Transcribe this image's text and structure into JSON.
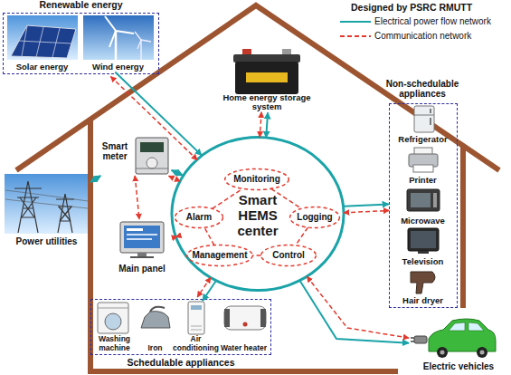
{
  "diagram": {
    "nodes": [
      {
        "text": [
          "Renewable energy"
        ]
      },
      {
        "text": [
          "Solar energy"
        ],
        "in": 0
      },
      {
        "text": [
          "Wind energy"
        ],
        "in": 0
      },
      {
        "text": [
          "Home energy storage system"
        ]
      },
      {
        "text": [
          "Non-schedulable appliances"
        ]
      },
      {
        "text": [
          "Refrigerator"
        ],
        "in": 4
      },
      {
        "text": [
          "Printer"
        ],
        "in": 4
      },
      {
        "text": [
          "Microwave"
        ],
        "in": 4
      },
      {
        "text": [
          "Television"
        ],
        "in": 4
      },
      {
        "text": [
          "Hair dryer"
        ],
        "in": 4
      },
      {
        "text": [
          "Smart meter"
        ]
      },
      {
        "text": [
          "Power utilities"
        ]
      },
      {
        "text": [
          "Main panel"
        ]
      },
      {
        "text": [
          "Smart HEMS center"
        ]
      },
      {
        "text": [
          "Monitoring"
        ],
        "in": 13
      },
      {
        "text": [
          "Alarm"
        ],
        "in": 13
      },
      {
        "text": [
          "Logging"
        ],
        "in": 13
      },
      {
        "text": [
          "Management"
        ],
        "in": 13
      },
      {
        "text": [
          "Control"
        ],
        "in": 13
      },
      {
        "text": [
          "Schedulable appliances"
        ]
      },
      {
        "text": [
          "Washing machine"
        ],
        "in": 19
      },
      {
        "text": [
          "Iron"
        ],
        "in": 19
      },
      {
        "text": [
          "Air conditioning"
        ],
        "in": 19
      },
      {
        "text": [
          "Water heater"
        ],
        "in": 19
      },
      {
        "text": [
          "Electric vehicles"
        ]
      }
    ],
    "edges": [
      {
        "from": 0,
        "to": 13,
        "arrow": "to"
      },
      {
        "from": 0,
        "to": 13,
        "arrow": "both"
      },
      {
        "from": 3,
        "to": 13,
        "arrow": "both"
      },
      {
        "from": 3,
        "to": 13,
        "arrow": "both"
      },
      {
        "from": 13,
        "to": 4,
        "arrow": "to"
      },
      {
        "from": 13,
        "to": 4,
        "arrow": "both"
      },
      {
        "from": 11,
        "to": 10,
        "arrow": "both"
      },
      {
        "from": 10,
        "to": 13,
        "arrow": "both"
      },
      {
        "from": 10,
        "to": 13,
        "arrow": "both"
      },
      {
        "from": 10,
        "to": 12,
        "arrow": "both"
      },
      {
        "from": 12,
        "to": 13,
        "arrow": "both"
      },
      {
        "from": 13,
        "to": 19,
        "arrow": "to"
      },
      {
        "from": 13,
        "to": 19,
        "arrow": "both"
      },
      {
        "from": 13,
        "to": 24,
        "arrow": "to"
      },
      {
        "from": 13,
        "to": 24,
        "arrow": "both"
      },
      {
        "from": 14,
        "to": 16,
        "arrow": "none"
      },
      {
        "from": 16,
        "to": 18,
        "arrow": "none"
      },
      {
        "from": 18,
        "to": 17,
        "arrow": "none"
      },
      {
        "from": 17,
        "to": 15,
        "arrow": "none"
      },
      {
        "from": 15,
        "to": 14,
        "arrow": "none"
      }
    ],
    "labels": [
      "Designed by PSRC RMUTT"
    ],
    "legend": [
      {
        "text": "Electrical power flow network"
      },
      {
        "text": "Communication network"
      }
    ]
  }
}
